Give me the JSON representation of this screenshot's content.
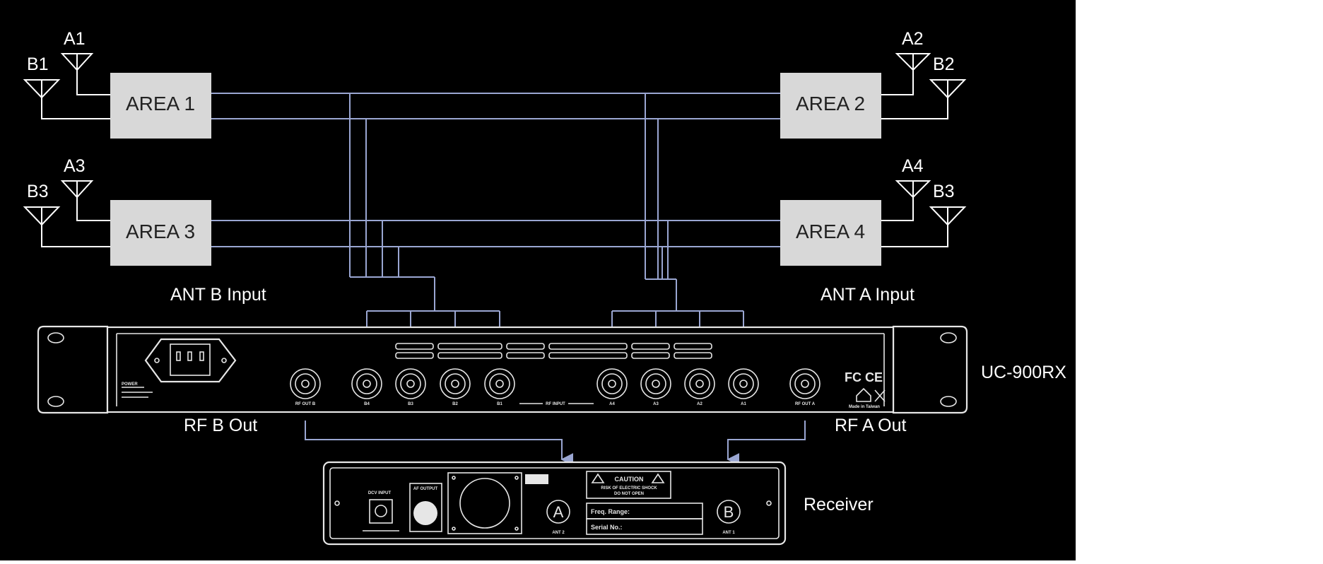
{
  "colors": {
    "background": "#000000",
    "page": "#ffffff",
    "area_box": "#d8d8d8",
    "wire": "#9aa6d2",
    "arrow": "#9aa6d2",
    "text": "#ffffff"
  },
  "antennas": {
    "a1": "A1",
    "b1": "B1",
    "a2": "A2",
    "b2": "B2",
    "a3": "A3",
    "b3_left": "B3",
    "a4": "A4",
    "b3_right": "B3"
  },
  "areas": {
    "area1": "AREA 1",
    "area2": "AREA 2",
    "area3": "AREA 3",
    "area4": "AREA 4"
  },
  "inputs": {
    "ant_b": "ANT B Input",
    "ant_a": "ANT A Input"
  },
  "device": {
    "model": "UC-900RX",
    "rf_b_out": "RF B Out",
    "rf_a_out": "RF A Out",
    "rear_panel": {
      "power": "POWER",
      "rf_out_b": "RF OUT B",
      "rf_out_a": "RF OUT A",
      "rf_input": "RF INPUT",
      "b_ports": [
        "B4",
        "B3",
        "B2",
        "B1"
      ],
      "a_ports": [
        "A4",
        "A3",
        "A2",
        "A1"
      ],
      "made_in": "Made in Taiwan"
    }
  },
  "receiver": {
    "label": "Receiver",
    "dcv_input": "DCV INPUT",
    "af_output": "AF OUTPUT",
    "caution": "CAUTION",
    "caution_sub1": "RISK OF ELECTRIC SHOCK",
    "caution_sub2": "DO NOT OPEN",
    "freq_range": "Freq. Range:",
    "serial_no": "Serial No.:",
    "ant_a_letter": "A",
    "ant_b_letter": "B",
    "ant_a_label": "ANT 2",
    "ant_b_label": "ANT 1"
  }
}
